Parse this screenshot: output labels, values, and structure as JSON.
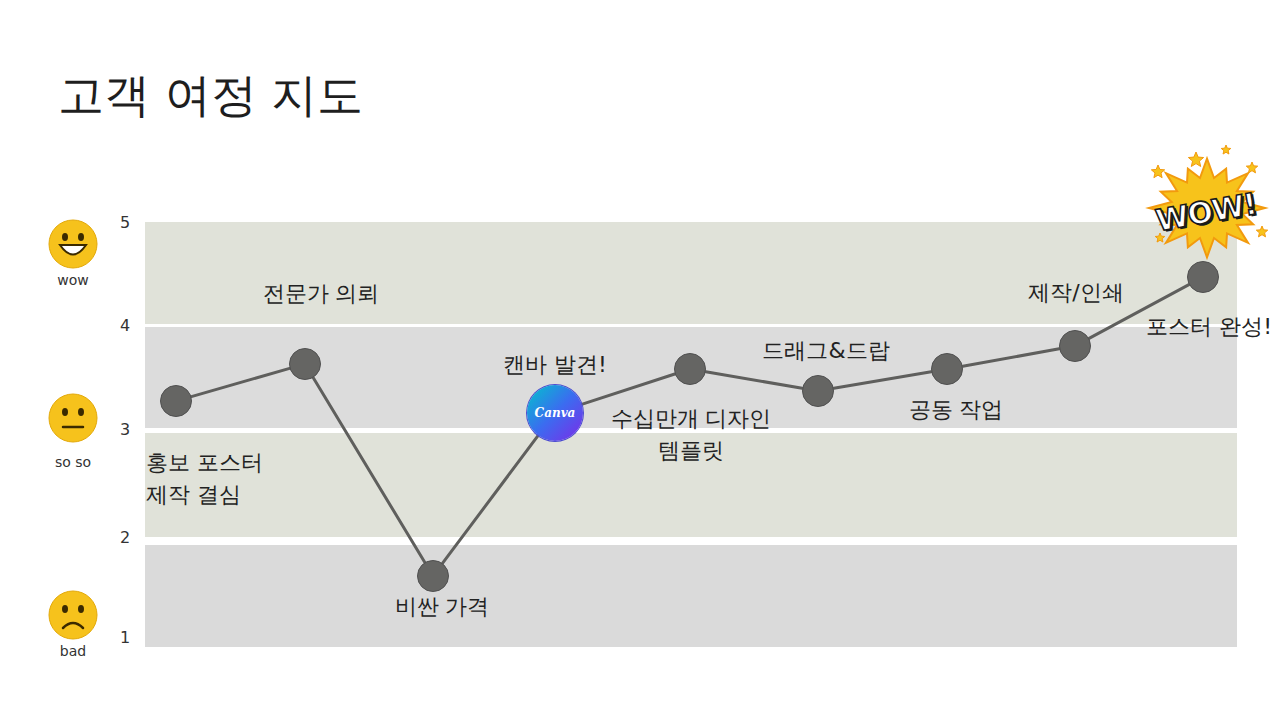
{
  "diagram": {
    "title": "고객 여정 지도",
    "nodes": [
      {
        "text": [
          "홍보 포스터 제작 결심"
        ]
      },
      {
        "text": [
          "전문가 의뢰"
        ]
      },
      {
        "text": [
          "비싼 가격"
        ]
      },
      {
        "text": [
          "캔바 발견!",
          "Canva"
        ]
      },
      {
        "text": [
          "수십만개 디자인 템플릿"
        ]
      },
      {
        "text": [
          "드래그&드랍"
        ]
      },
      {
        "text": [
          "공동 작업"
        ]
      },
      {
        "text": [
          "제작/인쇄"
        ]
      },
      {
        "text": [
          "포스터 완성!"
        ]
      }
    ],
    "edges": [
      {
        "from": 0,
        "to": 1,
        "arrow": "none"
      },
      {
        "from": 1,
        "to": 2,
        "arrow": "none"
      },
      {
        "from": 2,
        "to": 3,
        "arrow": "none"
      },
      {
        "from": 3,
        "to": 4,
        "arrow": "none"
      },
      {
        "from": 4,
        "to": 5,
        "arrow": "none"
      },
      {
        "from": 5,
        "to": 6,
        "arrow": "none"
      },
      {
        "from": 6,
        "to": 7,
        "arrow": "none"
      },
      {
        "from": 7,
        "to": 8,
        "arrow": "none"
      }
    ],
    "labels": [
      "5",
      "4",
      "3",
      "2",
      "1",
      "wow",
      "so so",
      "bad",
      "WOW!"
    ]
  }
}
